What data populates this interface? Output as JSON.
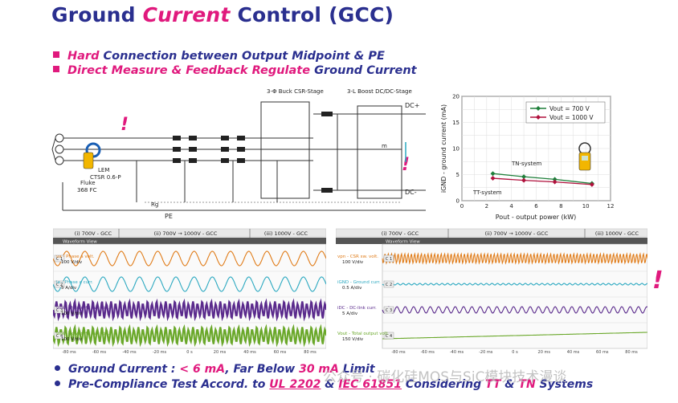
{
  "title": {
    "pre": "Ground ",
    "accent": "Current",
    "post": " Control (GCC)"
  },
  "bullets": [
    {
      "accent": "Hard",
      "rest": " Connection between Output Midpoint & PE"
    },
    {
      "accent": "Direct Measure & Feedback Regulate",
      "rest": " Ground Current"
    }
  ],
  "circuit": {
    "stage1_label": "3-Φ Buck CSR-Stage",
    "stage2_label": "3-L Boost DC/DC-Stage",
    "lem_label": "LEM",
    "ctsr_label": "CTSR 0.6-P",
    "fluke_label": "Fluke",
    "fluke_model": "368 FC",
    "pe_label": "PE",
    "dcp_label": "DC+",
    "dcn_label": "DC-",
    "rg_label": "Rg",
    "m_label": "m"
  },
  "gcc_chart": {
    "ylabel": "iGND - ground current (mA)",
    "xlabel": "Pout - output power (kW)",
    "xticks": [
      "0",
      "2",
      "4",
      "6",
      "8",
      "10",
      "12"
    ],
    "yticks": [
      "0",
      "5",
      "10",
      "15",
      "20"
    ],
    "legend": [
      "Vout = 700 V",
      "Vout = 1000 V"
    ],
    "annot_tn": "TN-system",
    "annot_tt": "TT-system"
  },
  "chart_data": {
    "type": "line",
    "xlabel": "Pout - output power (kW)",
    "ylabel": "iGND - ground current (mA)",
    "xlim": [
      0,
      12
    ],
    "ylim": [
      0,
      20
    ],
    "series": [
      {
        "name": "Vout = 700 V",
        "color": "#1e7f3a",
        "x": [
          2.5,
          5,
          7.5,
          10.5
        ],
        "y": [
          5.2,
          4.6,
          4.1,
          3.3
        ]
      },
      {
        "name": "Vout = 1000 V",
        "color": "#b0103c",
        "x": [
          2.5,
          5,
          7.5,
          10.5
        ],
        "y": [
          4.3,
          3.9,
          3.6,
          3.1
        ]
      }
    ]
  },
  "scope_left": {
    "header": [
      "(i) 700V - GCC",
      "(ii) 700V → 1000V - GCC",
      "(iii) 1000V - GCC"
    ],
    "title": "Waveform View",
    "channels": [
      {
        "name": "va - Phase a volt.",
        "scale": "100 V/div",
        "tag": "C 1",
        "color": "#e07b17"
      },
      {
        "name": "ia - Phase a curr.",
        "scale": "5 A/div",
        "tag": "C 2",
        "color": "#2aa8c0"
      },
      {
        "name": "vsw - Upper HB sw. volt.",
        "scale": "100 V/div",
        "tag": "C 3",
        "color": "#5a2a8c"
      },
      {
        "name": "vsw - Lower HB sw. volt.",
        "scale": "100 V/div",
        "tag": "C 4",
        "color": "#6aa82a"
      }
    ],
    "xticks": [
      "-80 ms",
      "-60 ms",
      "-40 ms",
      "-20 ms",
      "0 s",
      "20 ms",
      "40 ms",
      "60 ms",
      "80 ms"
    ]
  },
  "scope_right": {
    "header": [
      "(i) 700V - GCC",
      "(ii) 700V → 1000V - GCC",
      "(iii) 1000V - GCC"
    ],
    "title": "Waveform View",
    "channels": [
      {
        "name": "vpn - CSR sw. volt.",
        "scale": "100 V/div",
        "tag": "C 1",
        "color": "#e07b17"
      },
      {
        "name": "iGND - Ground curr.",
        "scale": "0.5 A/div",
        "tag": "C 2",
        "color": "#2aa8c0"
      },
      {
        "name": "iDC - DC-link curr.",
        "scale": "5 A/div",
        "tag": "C 3",
        "color": "#5a2a8c"
      },
      {
        "name": "Vout - Total output volt.",
        "scale": "150 V/div",
        "tag": "C 4",
        "color": "#6aa82a"
      }
    ],
    "xticks": [
      "-80 ms",
      "-60 ms",
      "-40 ms",
      "-20 ms",
      "0 s",
      "20 ms",
      "40 ms",
      "60 ms",
      "80 ms"
    ]
  },
  "bottom": [
    {
      "a": "Ground Current : ",
      "b": "< 6 mA",
      "c": ",  Far Below ",
      "d": "30 mA",
      "e": " Limit"
    },
    {
      "a": "Pre-Compliance Test Accord. to ",
      "b": "UL 2202",
      "c": " & ",
      "d": "IEC 61851",
      "e": " Considering ",
      "f": "TT",
      "g": " & ",
      "h": "TN",
      "i": " Systems"
    }
  ],
  "watermark": "公众号 · 碳化硅MOS与SiC模块技术漫谈"
}
